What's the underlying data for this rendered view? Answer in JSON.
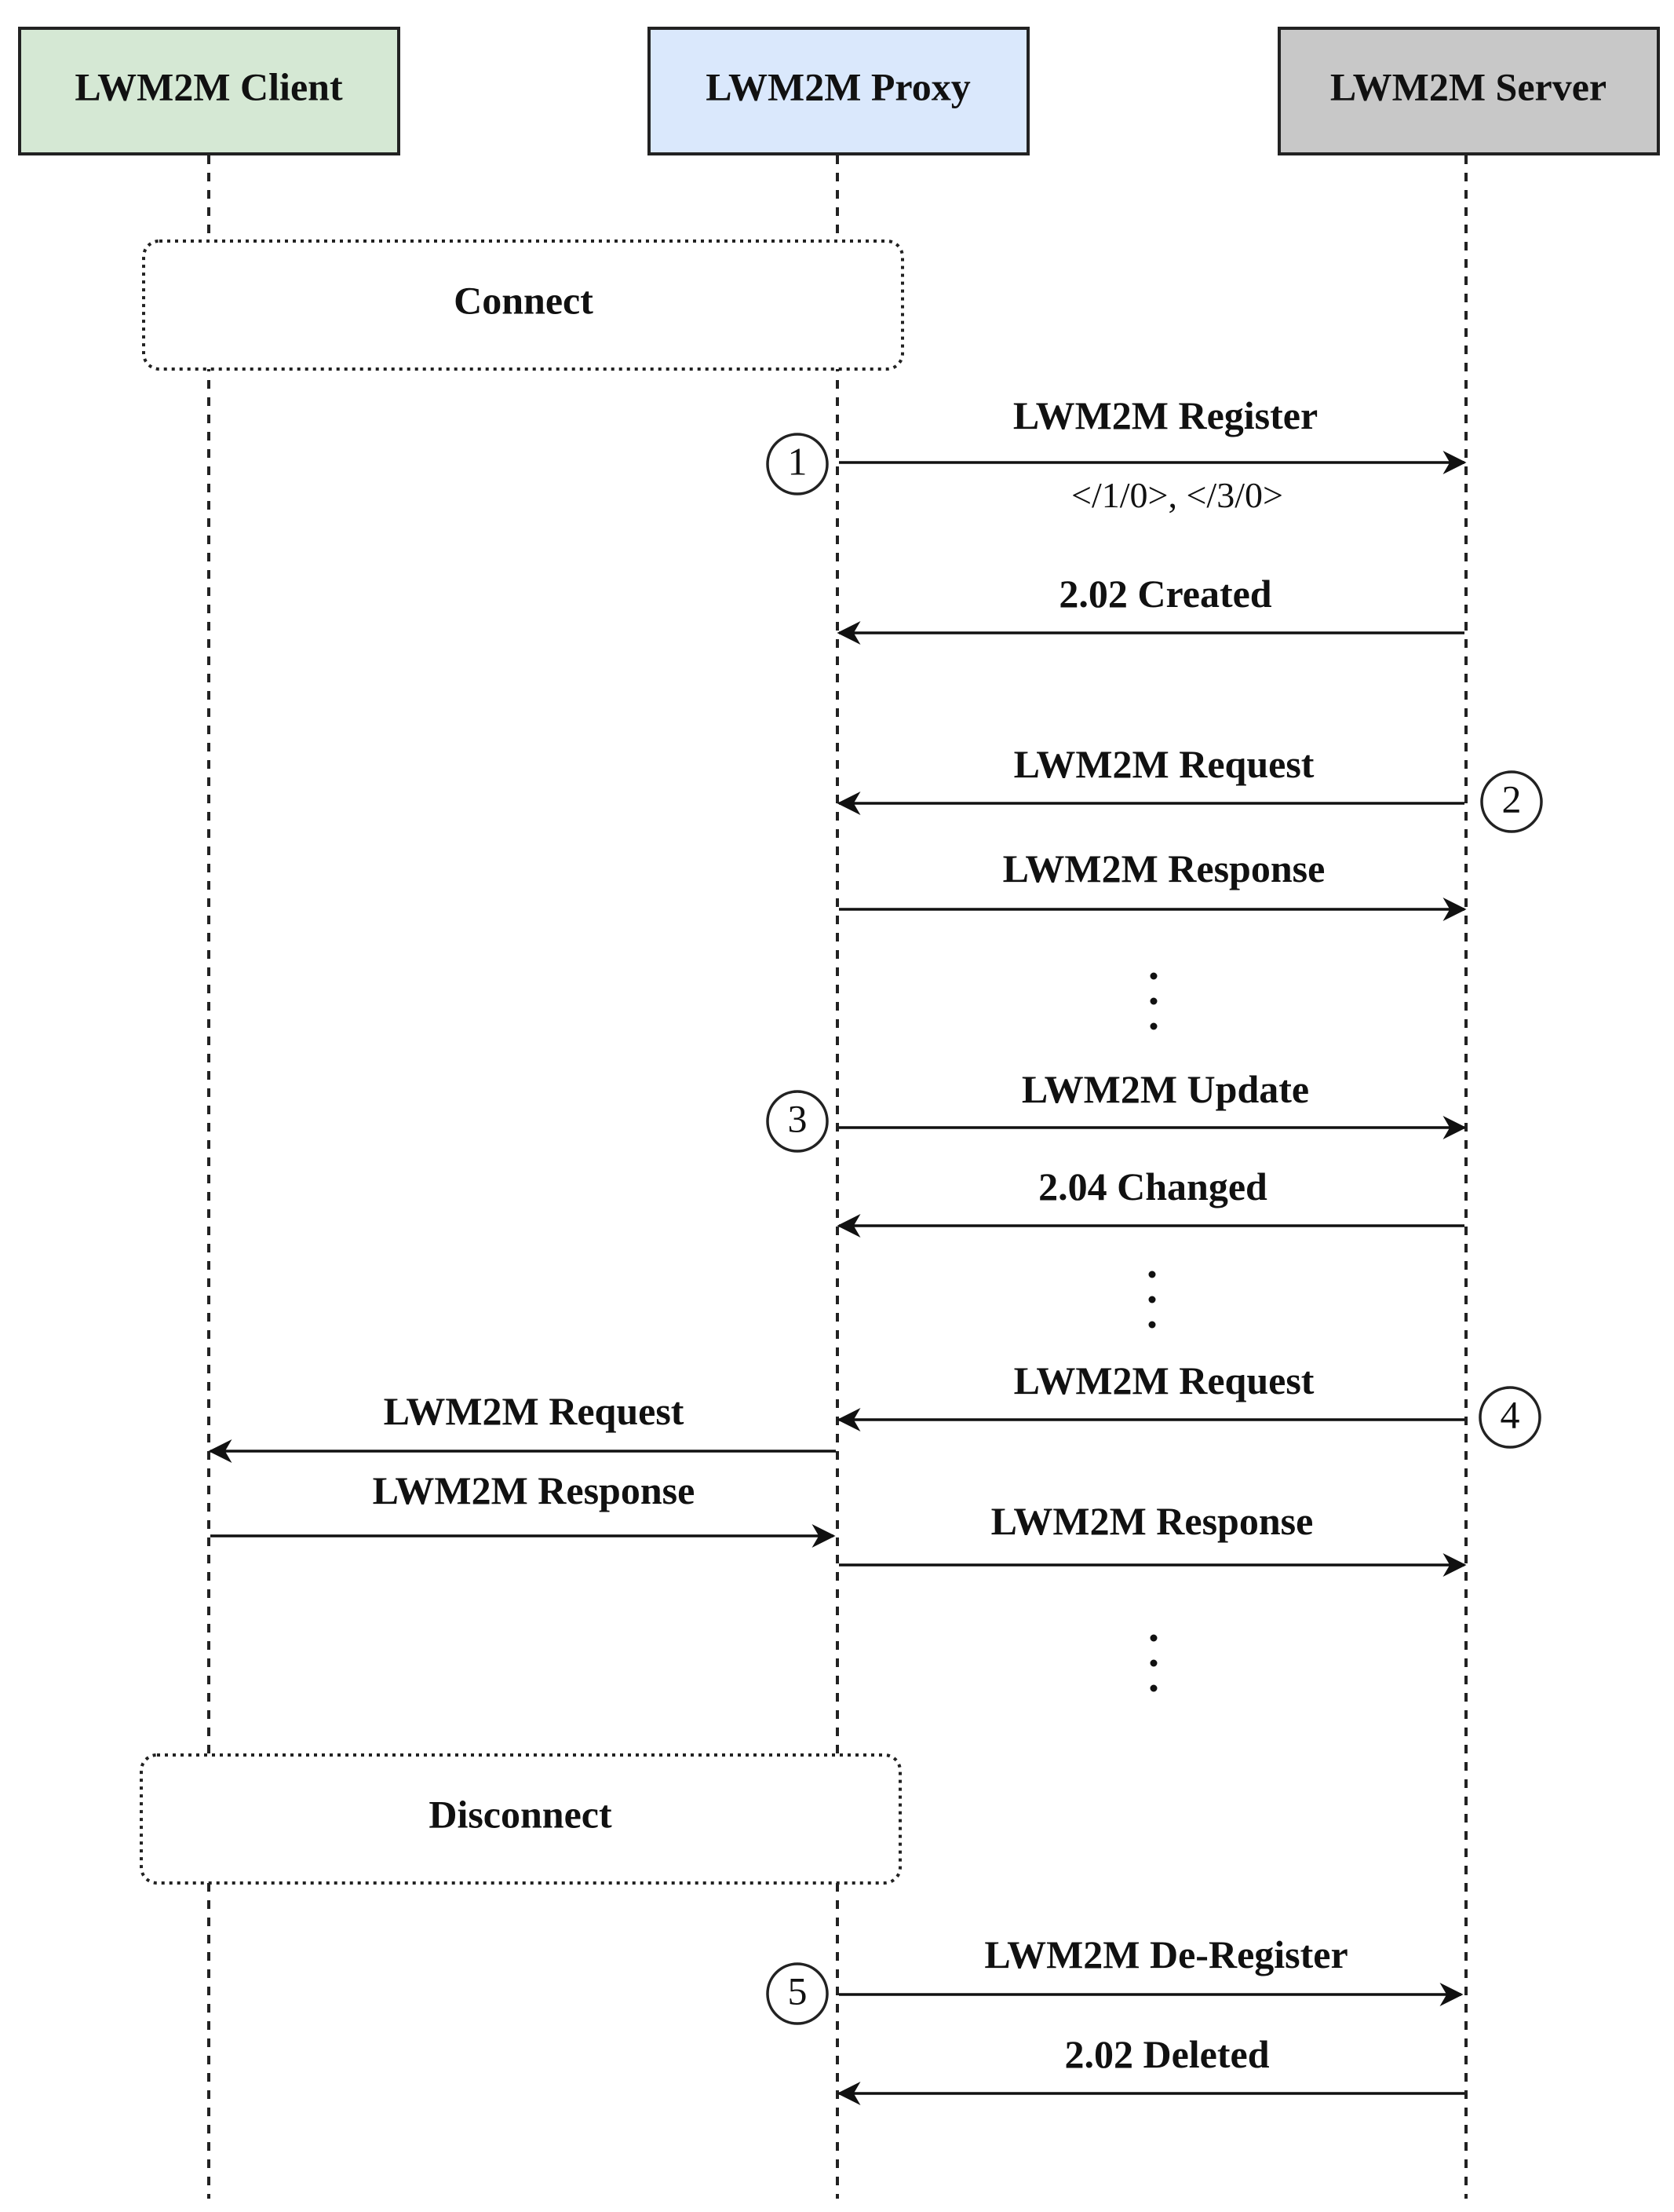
{
  "participants": [
    {
      "id": "client",
      "label": "LWM2M Client",
      "fill": "#d5e8d4"
    },
    {
      "id": "proxy",
      "label": "LWM2M Proxy",
      "fill": "#dae8fc"
    },
    {
      "id": "server",
      "label": "LWM2M Server",
      "fill": "#c8c8c8"
    }
  ],
  "frames": [
    {
      "id": "connect",
      "label": "Connect"
    },
    {
      "id": "disconnect",
      "label": "Disconnect"
    }
  ],
  "messages": [
    {
      "id": "register",
      "from": "proxy",
      "to": "server",
      "label": "LWM2M Register",
      "sublabel": "</1/0>, </3/0>",
      "step": "1"
    },
    {
      "id": "created",
      "from": "server",
      "to": "proxy",
      "label": "2.02 Created"
    },
    {
      "id": "request-1",
      "from": "server",
      "to": "proxy",
      "label": "LWM2M Request",
      "step": "2"
    },
    {
      "id": "response-1",
      "from": "proxy",
      "to": "server",
      "label": "LWM2M Response"
    },
    {
      "id": "update",
      "from": "proxy",
      "to": "server",
      "label": "LWM2M Update",
      "step": "3"
    },
    {
      "id": "changed",
      "from": "server",
      "to": "proxy",
      "label": "2.04 Changed"
    },
    {
      "id": "request-2",
      "from": "server",
      "to": "proxy",
      "label": "LWM2M Request",
      "step": "4"
    },
    {
      "id": "client-request",
      "from": "proxy",
      "to": "client",
      "label": "LWM2M Request"
    },
    {
      "id": "client-response",
      "from": "client",
      "to": "proxy",
      "label": "LWM2M Response"
    },
    {
      "id": "response-2",
      "from": "proxy",
      "to": "server",
      "label": "LWM2M Response"
    },
    {
      "id": "deregister",
      "from": "proxy",
      "to": "server",
      "label": "LWM2M De-Register",
      "step": "5"
    },
    {
      "id": "deleted",
      "from": "server",
      "to": "proxy",
      "label": "2.02 Deleted"
    }
  ]
}
